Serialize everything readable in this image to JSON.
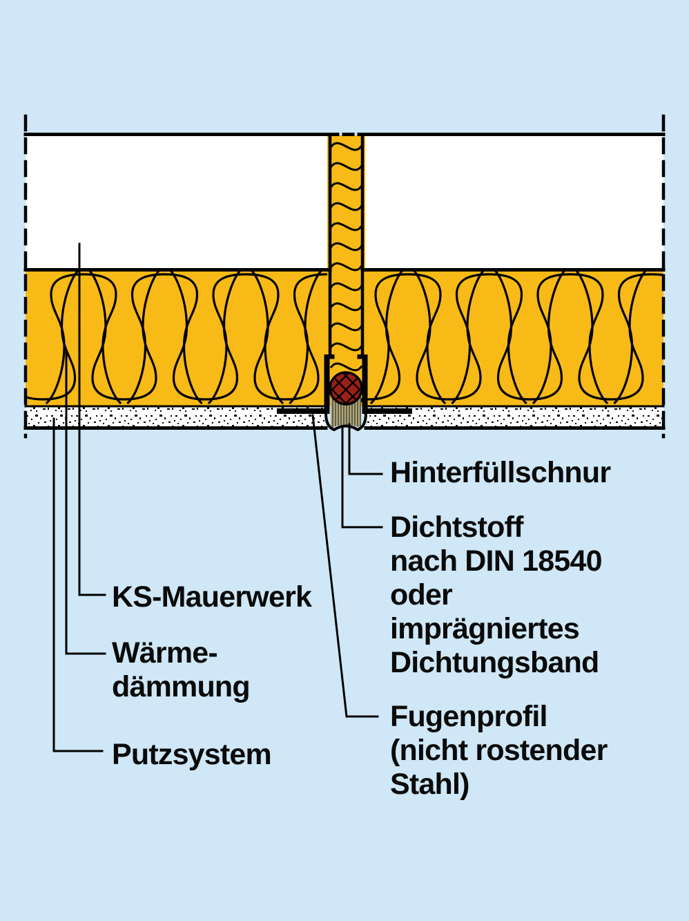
{
  "diagram": {
    "kind": "construction-section-detail",
    "labels": {
      "hinterfuellschnur": "Hinterfüllschnur",
      "dichtstoff": "Dichtstoff\nnach DIN 18540\noder\nimprägniertes\nDichtungsband",
      "ks_mauerwerk": "KS-Mauerwerk",
      "waermedaemmung": "Wärme-\ndämmung",
      "putzsystem": "Putzsystem",
      "fugenprofil": "Fugenprofil\n(nicht rostender\nStahl)"
    }
  },
  "colors": {
    "background": "#cfe7f6",
    "masonry": "#ffffff",
    "insulation": "#f8ba17",
    "plaster": "#ffffff",
    "cord": "#9b1f17",
    "sealant": "#b2aa81",
    "line": "#000000"
  }
}
